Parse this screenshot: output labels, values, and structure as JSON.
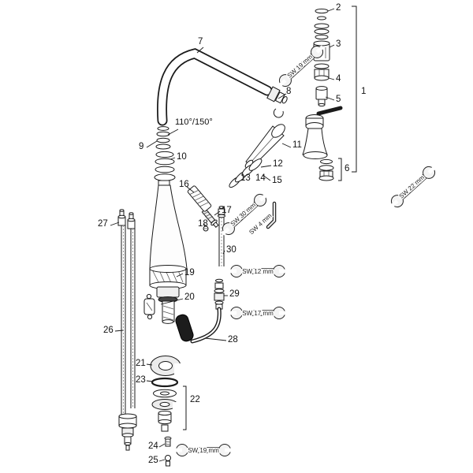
{
  "callouts": {
    "c1": "1",
    "c2": "2",
    "c3": "3",
    "c4": "4",
    "c5": "5",
    "c6": "6",
    "c7": "7",
    "c8": "8",
    "c9": "9",
    "c10": "10",
    "c11": "11",
    "c12": "12",
    "c13": "13",
    "c14": "14",
    "c15": "15",
    "c16": "16",
    "c17": "17",
    "c18": "18",
    "c19": "19",
    "c20": "20",
    "c21": "21",
    "c22": "22",
    "c23": "23",
    "c24": "24",
    "c25": "25",
    "c26": "26",
    "c27": "27",
    "c28": "28",
    "c29": "29",
    "c30": "30"
  },
  "annotations": {
    "swing_angle": "110°/150°",
    "wrench_19_top": "SW 19 mm",
    "wrench_22": "SW 22 mm",
    "wrench_30": "SW 30 mm",
    "hex_4": "SW 4 mm",
    "wrench_12": "SW 12 mm",
    "wrench_17": "SW 17 mm",
    "wrench_19_bottom": "SW 19 mm"
  },
  "colors": {
    "line": "#1a1a1a",
    "background": "#ffffff"
  }
}
